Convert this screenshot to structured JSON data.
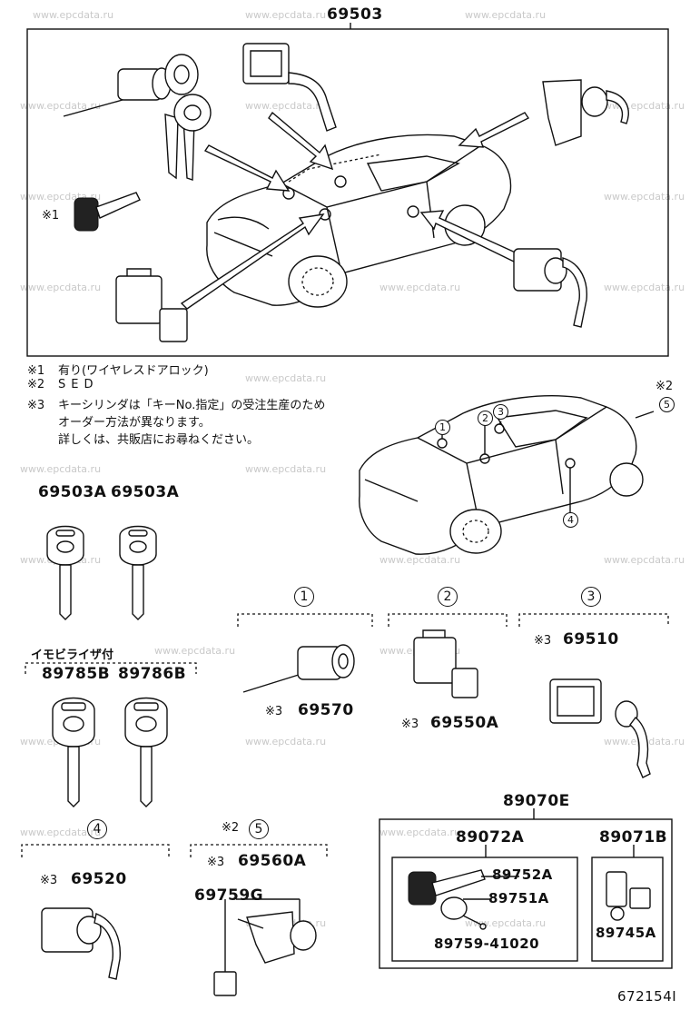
{
  "watermark": "www.epcdata.ru",
  "top_assembly": "69503",
  "notes": [
    {
      "mark": "※1",
      "text": "有り(ワイヤレスドアロック)"
    },
    {
      "mark": "※2",
      "text": "SED"
    },
    {
      "mark": "※3",
      "text": "キーシリンダは「キーNo.指定」の受注生産のため"
    },
    {
      "mark": "",
      "text": "オーダー方法が異なります。"
    },
    {
      "mark": "",
      "text": "詳しくは、共販店にお尋ねください。"
    }
  ],
  "marks": {
    "m1": "※1",
    "m2": "※2",
    "m3": "※3"
  },
  "callouts": {
    "c1": "1",
    "c2": "2",
    "c3": "3",
    "c4": "4",
    "c5": "5"
  },
  "parts": {
    "key_a1": "69503A",
    "key_a2": "69503A",
    "immobilizer_label": "イモビライザ付",
    "key_b1": "89785B",
    "key_b2": "89786B",
    "p69570": "69570",
    "p69550a": "69550A",
    "p69510": "69510",
    "p69520": "69520",
    "p69560a": "69560A",
    "p69759g": "69759G",
    "p89070e": "89070E",
    "p89072a": "89072A",
    "p89071b": "89071B",
    "p89752a": "89752A",
    "p89751a": "89751A",
    "p89759": "89759-41020",
    "p89745a": "89745A"
  },
  "diagram_id": "672154I"
}
